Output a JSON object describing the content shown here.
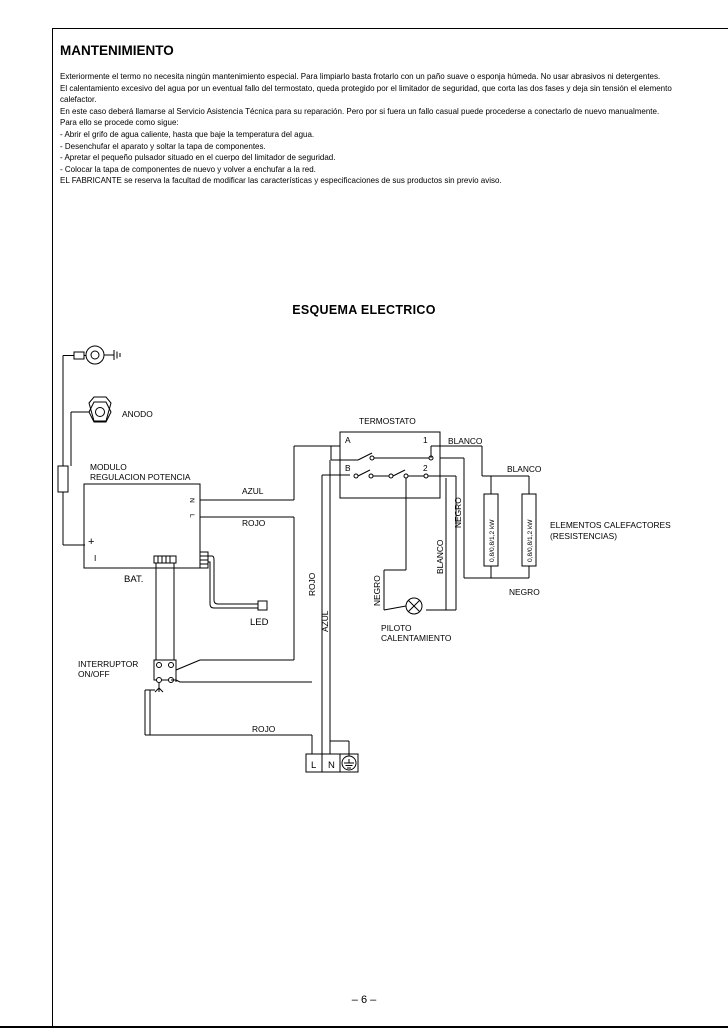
{
  "maintenance": {
    "title": "MANTENIMIENTO",
    "lines": [
      "Exteriormente el termo no necesita ningún mantenimiento especial. Para limpiarlo basta frotarlo con un paño suave o esponja húmeda. No usar abrasivos ni detergentes.",
      "El calentamiento excesivo del agua por un eventual fallo del termostato, queda protegido por el limitador de seguridad, que corta las dos fases y deja sin tensión el elemento calefactor.",
      "En este caso deberá llamarse al Servicio Asistencia Técnica para su reparación. Pero por si fuera un fallo casual puede procederse a conectarlo de nuevo manualmente.",
      "Para ello se procede como sigue:",
      "-  Abrir el grifo de agua caliente, hasta que baje la temperatura del agua.",
      "-  Desenchufar el aparato y soltar la tapa de componentes.",
      "-  Apretar el pequeño pulsador situado en el cuerpo del limitador de seguridad.",
      "-  Colocar la tapa de componentes de nuevo y volver a enchufar a la red.",
      "EL FABRICANTE se reserva la facultad de modificar las características y especificaciones de sus productos sin previo aviso."
    ]
  },
  "schema": {
    "title": "ESQUEMA  ELECTRICO",
    "anodo": "ANODO",
    "termostato": "TERMOSTATO",
    "term_a": "A",
    "term_b": "B",
    "term_1": "1",
    "term_2": "2",
    "modulo_1": "MODULO",
    "modulo_2": "REGULACION POTENCIA",
    "pin_n": "N",
    "pin_l": "L",
    "plus": "+",
    "minus": "I",
    "bat": "BAT.",
    "led": "LED",
    "azul_top": "AZUL",
    "rojo_top": "ROJO",
    "rojo_vert": "ROJO",
    "azul_vert": "AZUL",
    "negro_vert": "NEGRO",
    "blanco_vert": "BLANCO",
    "negro_vert2": "NEGRO",
    "blanco_1": "BLANCO",
    "blanco_2": "BLANCO",
    "negro_bottom": "NEGRO",
    "res_1": "0,8/0,8/1,2 kW",
    "res_2": "0,8/0,8/1,2 kW",
    "elementos_1": "ELEMENTOS CALEFACTORES",
    "elementos_2": "(RESISTENCIAS)",
    "piloto_1": "PILOTO",
    "piloto_2": "CALENTAMIENTO",
    "interruptor_1": "INTERRUPTOR",
    "interruptor_2": "ON/OFF",
    "rojo_bottom": "ROJO",
    "term_l": "L",
    "term_n": "N"
  },
  "page_number": "– 6 –"
}
